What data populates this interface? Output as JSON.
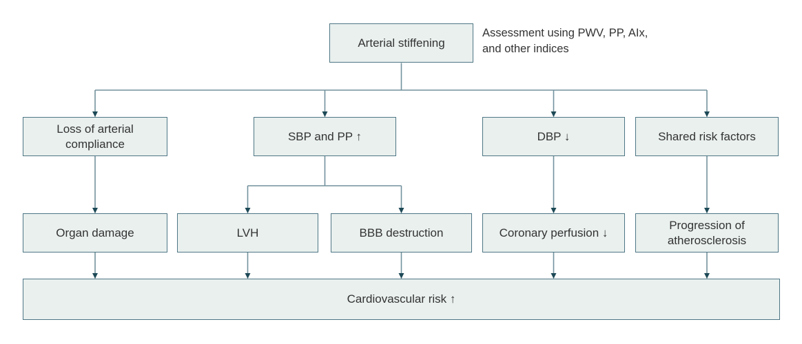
{
  "figure": {
    "type": "flowchart",
    "root": {
      "label": "Arterial stiffening"
    },
    "annotation": {
      "line1": "Assessment using PWV, PP, AIx,",
      "line2": "and other indices"
    },
    "level2": [
      {
        "label": "Loss of arterial compliance"
      },
      {
        "label": "SBP and PP ↑"
      },
      {
        "label": "DBP ↓"
      },
      {
        "label": "Shared risk factors"
      }
    ],
    "level3": [
      {
        "label": "Organ damage"
      },
      {
        "label": "LVH"
      },
      {
        "label": "BBB destruction"
      },
      {
        "label": "Coronary perfusion ↓"
      },
      {
        "label": "Progression of atherosclerosis"
      }
    ],
    "outcome": {
      "label": "Cardiovascular risk ↑"
    },
    "edges": [
      "Arterial stiffening → Loss of arterial compliance",
      "Arterial stiffening → SBP and PP ↑",
      "Arterial stiffening → DBP ↓",
      "Arterial stiffening → Shared risk factors",
      "Loss of arterial compliance → Organ damage",
      "SBP and PP ↑ → LVH",
      "SBP and PP ↑ → BBB destruction",
      "DBP ↓ → Coronary perfusion ↓",
      "Shared risk factors → Progression of atherosclerosis",
      "Organ damage → Cardiovascular risk ↑",
      "LVH → Cardiovascular risk ↑",
      "BBB destruction → Cardiovascular risk ↑",
      "Coronary perfusion ↓ → Cardiovascular risk ↑",
      "Progression of atherosclerosis → Cardiovascular risk ↑"
    ],
    "colors": {
      "box_fill": "#e9f0ee",
      "box_border": "#4d7584",
      "connector_line": "#72919c",
      "arrowhead": "#1d4956",
      "text": "#333333",
      "background": "#ffffff"
    }
  }
}
